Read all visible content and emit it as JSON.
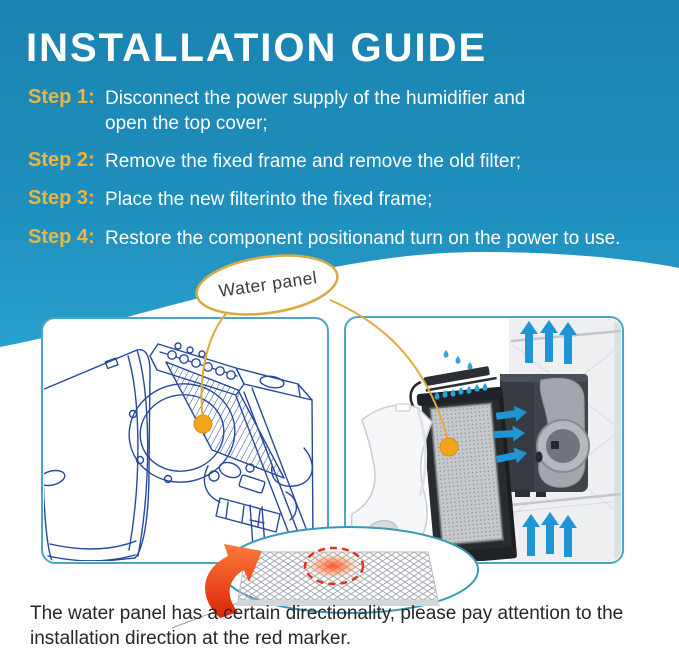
{
  "header": {
    "title": "INSTALLATION GUIDE"
  },
  "steps": [
    {
      "label": "Step 1:",
      "lines": [
        "Disconnect the power supply of the humidifier and",
        "open the top cover;"
      ]
    },
    {
      "label": "Step 2:",
      "lines": [
        "Remove the fixed frame and remove the old filter;"
      ]
    },
    {
      "label": "Step 3:",
      "lines": [
        "Place the new filterinto the fixed frame;"
      ]
    },
    {
      "label": "Step 4:",
      "lines": [
        "Restore the component positionand turn on the power to use."
      ]
    }
  ],
  "callout": {
    "label": "Water panel"
  },
  "caption": {
    "text": "The water panel has a certain directionality, please pay attention to the installation direction at the red marker."
  },
  "icons": {
    "water_droplet": "droplet glyph above filter",
    "airflow_up_arrow": "blue arrow pointing up through duct",
    "airflow_right_arrow": "blue arrow pointing right from filter to housing",
    "red_direction_arrow": "curved red arrow pointing at mesh",
    "red_marker": "red dashed circle around orange marker on mesh",
    "panel_marker_dot": "orange dot marking the water panel"
  },
  "colors": {
    "header_blue_top": "#1a83b0",
    "header_blue_bottom": "#2aa3d0",
    "step_label_gold": "#edb53e",
    "body_text_white": "#ffffff",
    "panel_border_teal": "#4ba6c6",
    "callout_gold": "#d8a944",
    "leader_line_gold": "#e2a93e",
    "marker_dot_orange": "#f2a41c",
    "line_art_blue": "#27499c",
    "airflow_arrow_blue": "#1f96d3",
    "magnifier_teal": "#3a98b8",
    "marker_red": "#e23318",
    "caption_gray": "#272727"
  }
}
